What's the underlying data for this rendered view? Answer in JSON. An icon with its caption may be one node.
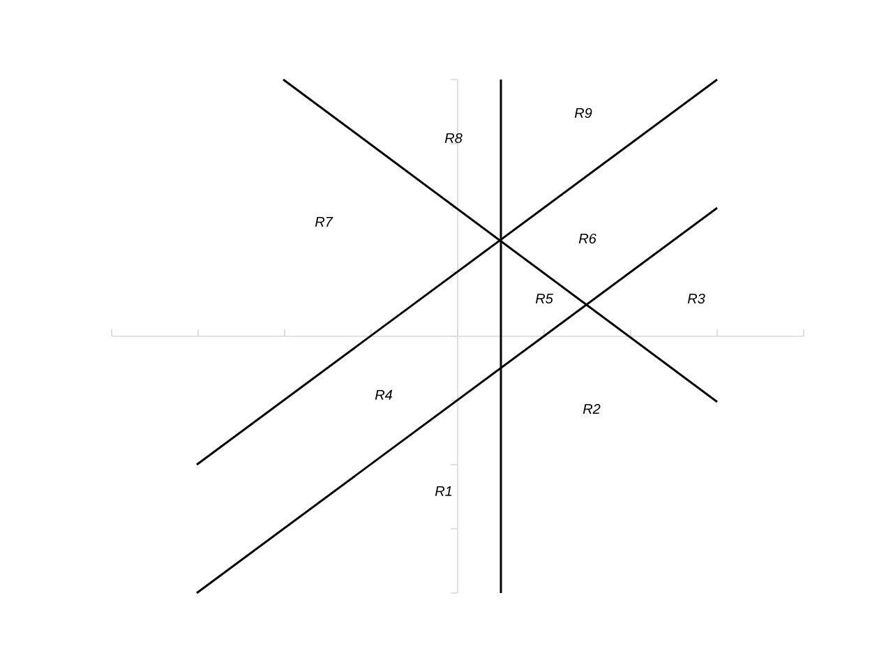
{
  "diagram": {
    "labels": [
      "R9",
      "R8",
      "R7",
      "R6",
      "R5",
      "R3",
      "R4",
      "R2",
      "R1"
    ]
  }
}
